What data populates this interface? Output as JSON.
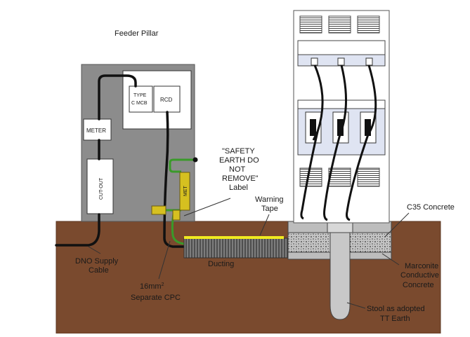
{
  "labels": {
    "feeder_pillar": "Feeder Pillar",
    "type_c_mcb_line1": "TYPE",
    "type_c_mcb_line2": "C MCB",
    "rcd": "RCD",
    "meter": "METER",
    "cutout": "CUT-OUT",
    "met": "MET",
    "safety_line1": "\"SAFETY",
    "safety_line2": "EARTH DO",
    "safety_line3": "NOT",
    "safety_line4": "REMOVE\"",
    "safety_line5": "Label",
    "warning_line1": "Warning",
    "warning_line2": "Tape",
    "c35_concrete": "C35 Concrete",
    "dno_line1": "DNO Supply",
    "dno_line2": "Cable",
    "ducting": "Ducting",
    "marconite_line1": "Marconite",
    "marconite_line2": "Conductive",
    "marconite_line3": "Concrete",
    "cpc_line1_base": "16mm",
    "cpc_line1_sup": "2",
    "cpc_line2": "Separate CPC",
    "stool_line1": "Stool as adopted",
    "stool_line2": "TT Earth"
  },
  "colors": {
    "ground": "#7a4a2e",
    "ground_edge": "#5a3420",
    "pillar": "#8c8c8c",
    "earth_cable": "#3a9a2a",
    "met_bar": "#d6c020",
    "warning_tape": "#f0ea20",
    "ev_unit": "#ffffff",
    "ev_panel": "#dfe4f2",
    "concrete_base": "#bdbdbd",
    "stool": "#c8c8c8"
  }
}
